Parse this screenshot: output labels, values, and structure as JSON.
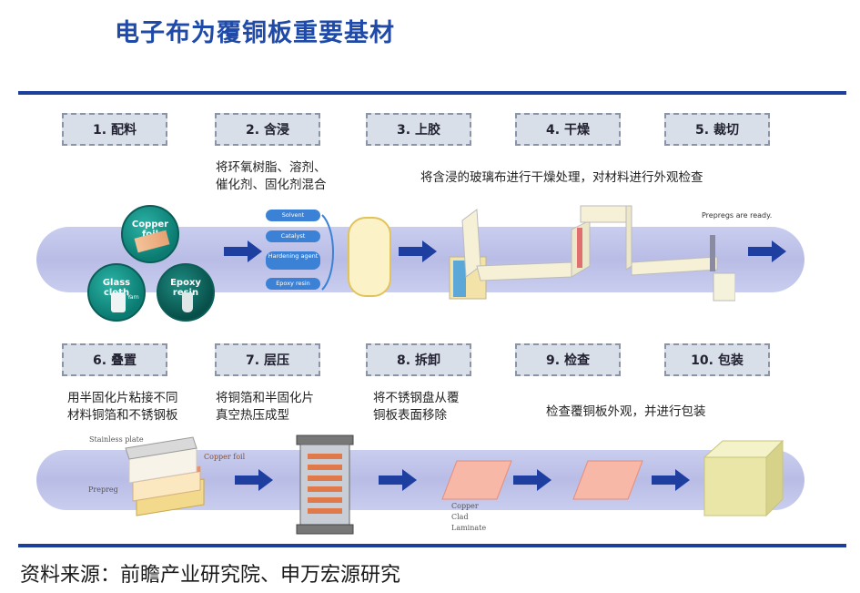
{
  "title": "电子布为覆铜板重要基材",
  "steps": [
    {
      "label": "1. 配料"
    },
    {
      "label": "2. 含浸",
      "desc1": "将环氧树脂、溶剂、",
      "desc2": "催化剂、固化剂混合"
    },
    {
      "label": "3. 上胶",
      "desc": "将含浸的玻璃布进行干燥处理，对材料进行外观检查"
    },
    {
      "label": "4. 干燥"
    },
    {
      "label": "5. 裁切"
    },
    {
      "label": "6. 叠置",
      "desc1": "用半固化片粘接不同",
      "desc2": "材料铜箔和不锈钢板"
    },
    {
      "label": "7. 层压",
      "desc1": "将铜箔和半固化片",
      "desc2": "真空热压成型"
    },
    {
      "label": "8. 拆卸",
      "desc1": "将不锈钢盘从覆",
      "desc2": "铜板表面移除"
    },
    {
      "label": "9. 检查",
      "desc": "检查覆铜板外观，并进行包装"
    },
    {
      "label": "10. 包装"
    }
  ],
  "materials": {
    "copper_foil": "Copper foil",
    "glass_cloth": "Glass cloth",
    "yarn": "Yarn",
    "epoxy_resin": "Epoxy resin"
  },
  "mix_pills": [
    "Solvent",
    "Catalyst",
    "Hardening agent",
    "Epoxy resin"
  ],
  "prepregs_ready": "Prepregs are ready.",
  "stack_labels": {
    "stainless": "Stainless plate",
    "copper": "Copper foil",
    "prepreg": "Prepreg"
  },
  "ccl_label": [
    "Copper",
    "Clad",
    "Laminate"
  ],
  "source": "资料来源：前瞻产业研究院、申万宏源研究",
  "colors": {
    "title": "#1f4aa8",
    "rule": "#1b3f9a",
    "arrow": "#1f3fa0",
    "band": "#bfc3ea"
  }
}
